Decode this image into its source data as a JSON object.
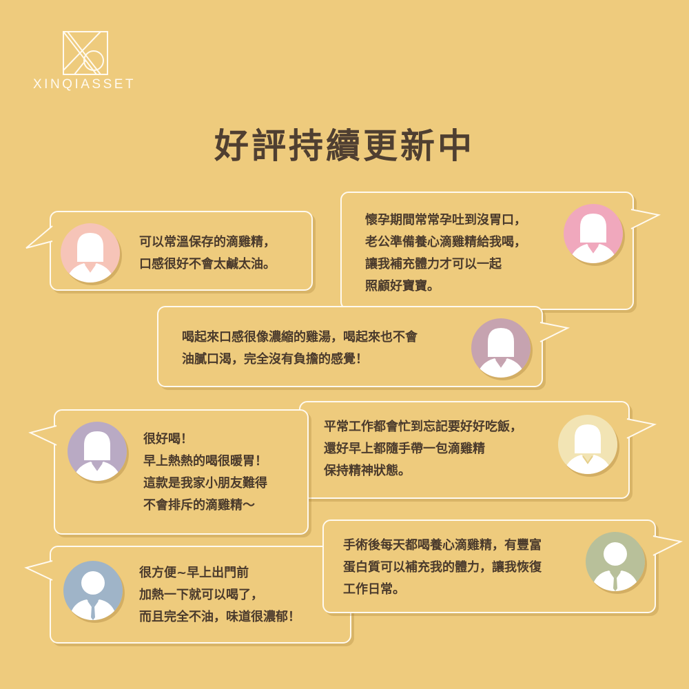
{
  "brand": {
    "name": "XINQIASSET"
  },
  "title": "好評持續更新中",
  "reviews": [
    {
      "lines": [
        "可以常溫保存的滴雞精，",
        "口感很好不會太鹹太油。"
      ],
      "avatar": "female",
      "color": "#f6c4b8"
    },
    {
      "lines": [
        "懷孕期間常常孕吐到沒胃口，",
        "老公準備養心滴雞精給我喝，",
        "讓我補充體力才可以一起",
        "照顧好寶寶。"
      ],
      "avatar": "female",
      "color": "#f0a8bd"
    },
    {
      "lines": [
        "喝起來口感很像濃縮的雞湯，喝起來也不會",
        "油膩口渴，完全沒有負擔的感覺！"
      ],
      "avatar": "female",
      "color": "#c6a3b0"
    },
    {
      "lines": [
        "很好喝！",
        "早上熱熱的喝很暖胃！",
        "這款是我家小朋友難得",
        "不會排斥的滴雞精～"
      ],
      "avatar": "female",
      "color": "#b9aac4"
    },
    {
      "lines": [
        "平常工作都會忙到忘記要好好吃飯，",
        "還好早上都隨手帶一包滴雞精",
        "保持精神狀態。"
      ],
      "avatar": "female",
      "color": "#f2e4b4"
    },
    {
      "lines": [
        "手術後每天都喝養心滴雞精，有豐富",
        "蛋白質可以補充我的體力，讓我恢復",
        "工作日常。"
      ],
      "avatar": "male",
      "color": "#b8c09a"
    },
    {
      "lines": [
        "很方便~早上出門前",
        "加熱一下就可以喝了，",
        "而且完全不油，味道很濃郁！"
      ],
      "avatar": "male",
      "color": "#9fb4c8"
    }
  ]
}
